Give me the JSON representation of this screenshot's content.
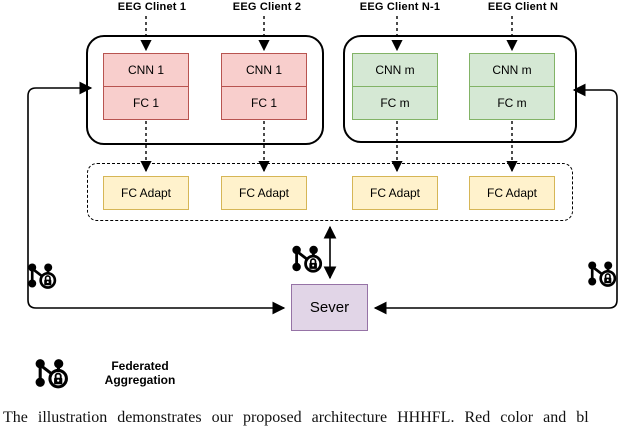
{
  "diagram": {
    "clients": [
      {
        "label": "EEG Clinet 1",
        "cnn": "CNN 1",
        "fc": "FC 1"
      },
      {
        "label": "EEG Client 2",
        "cnn": "CNN 1",
        "fc": "FC 1"
      },
      {
        "label": "EEG Client N-1",
        "cnn": "CNN m",
        "fc": "FC m"
      },
      {
        "label": "EEG Client N",
        "cnn": "CNN m",
        "fc": "FC m"
      }
    ],
    "adapters": [
      "FC Adapt",
      "FC Adapt",
      "FC Adapt",
      "FC Adapt"
    ],
    "server_label": "Sever",
    "legend": {
      "line1": "Federated",
      "line2": "Aggregation"
    },
    "caption": "The illustration demonstrates our proposed architecture HHHFL. Red color and bl",
    "colors": {
      "client_red_fill": "#f8cecc",
      "client_red_border": "#b85450",
      "client_green_fill": "#d5e8d4",
      "client_green_border": "#82b366",
      "adapter_fill": "#fff2cc",
      "adapter_border": "#d6b656",
      "server_fill": "#e1d5e7",
      "server_border": "#9673a6"
    }
  }
}
